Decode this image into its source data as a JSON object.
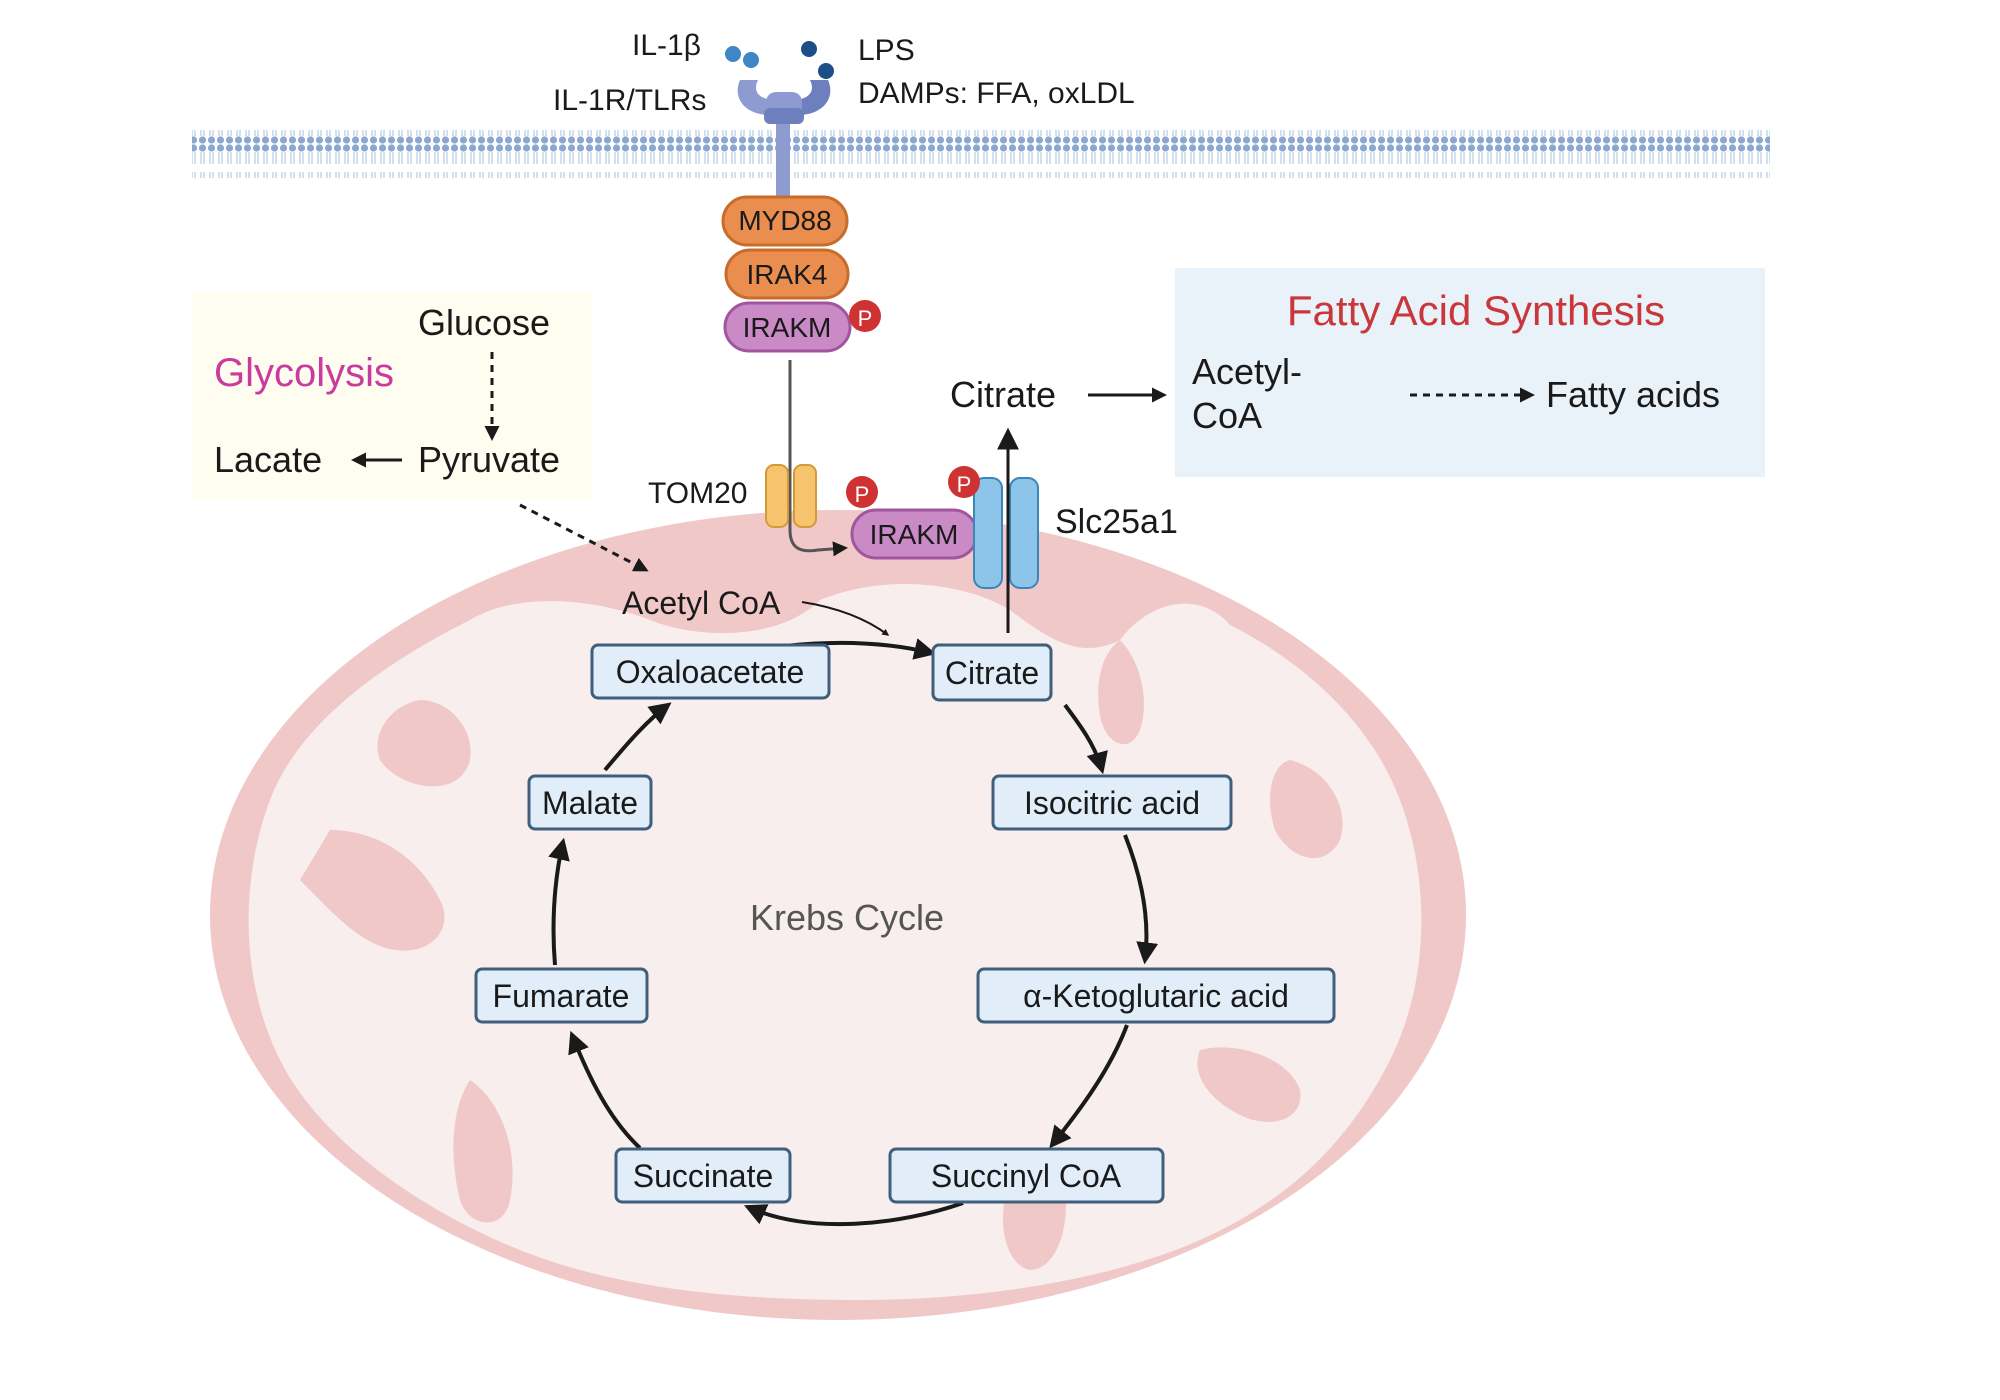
{
  "ligands": {
    "il1b": "IL-1β",
    "receptor": "IL-1R/TLRs",
    "lps": "LPS",
    "damps": "DAMPs: FFA, oxLDL"
  },
  "adaptors": {
    "myd88": "MYD88",
    "irak4": "IRAK4",
    "irakm_top": "IRAKM",
    "phospho_top": "P"
  },
  "glycolysis": {
    "title": "Glycolysis",
    "glucose": "Glucose",
    "pyruvate": "Pyruvate",
    "lactate": "Lacate"
  },
  "mito": {
    "tom20": "TOM20",
    "irakm": "IRAKM",
    "phospho_irakm": "P",
    "phospho_slc": "P",
    "slc25a1": "Slc25a1",
    "acetyl_coa": "Acetyl CoA",
    "cycle_title": "Krebs Cycle"
  },
  "cycle_nodes": {
    "oxaloacetate": "Oxaloacetate",
    "citrate": "Citrate",
    "isocitric": "Isocitric acid",
    "ketoglutaric": "α-Ketoglutaric acid",
    "succinyl": "Succinyl CoA",
    "succinate": "Succinate",
    "fumarate": "Fumarate",
    "malate": "Malate"
  },
  "fas": {
    "title": "Fatty Acid Synthesis",
    "citrate": "Citrate",
    "acetyl_line1": "Acetyl-",
    "acetyl_line2": "CoA",
    "fatty_acids": "Fatty acids"
  },
  "colors": {
    "membrane": "#8aa8cf",
    "receptor": "#8d9bd0",
    "myd88": "#ea8e50",
    "irakm": "#c98ac6",
    "phospho": "#cf3232",
    "glycolysis_title": "#c93b9e",
    "fas_title": "#c9373b",
    "node_fill": "#e1eefa",
    "mito_outer": "#f0c8c8",
    "mito_inner": "#f8eeee"
  }
}
